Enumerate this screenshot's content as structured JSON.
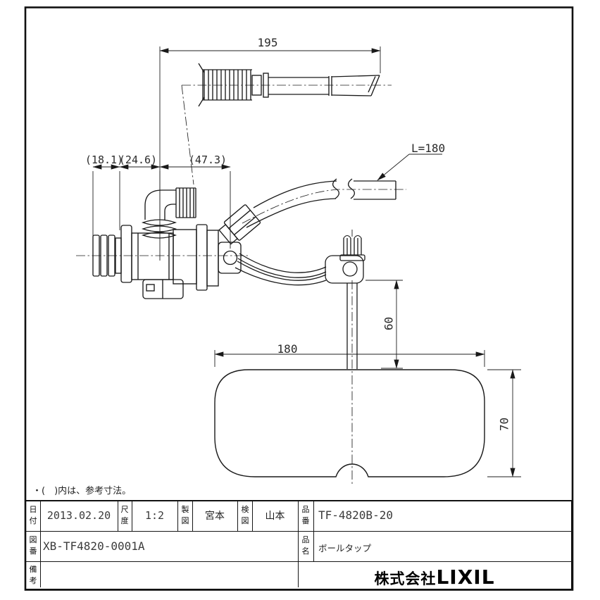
{
  "drawing": {
    "note": "・(　)内は、参考寸法。",
    "dims": {
      "overall_195": "195",
      "hose_l180": "L=180",
      "ref_18_1": "(18.1)",
      "ref_24_6": "(24.6)",
      "ref_47_3": "(47.3)",
      "float_w_180": "180",
      "rod_60": "60",
      "float_h_70": "70"
    }
  },
  "title_block": {
    "date_label": "日付",
    "date": "2013.02.20",
    "scale_label": "尺度",
    "scale": "1:2",
    "drafter_label": "製図",
    "drafter": "宮本",
    "checker_label": "検図",
    "checker": "山本",
    "part_no_label": "品番",
    "part_no": "TF-4820B-20",
    "drawing_no_label": "図番",
    "drawing_no": "XB-TF4820-0001A",
    "product_name_label": "品名",
    "product_name": "ボールタップ",
    "remarks_label": "備考",
    "remarks": "",
    "company": "株式会社",
    "brand": "LIXIL"
  },
  "colors": {
    "ink": "#1a1a1a",
    "paper": "#ffffff"
  }
}
